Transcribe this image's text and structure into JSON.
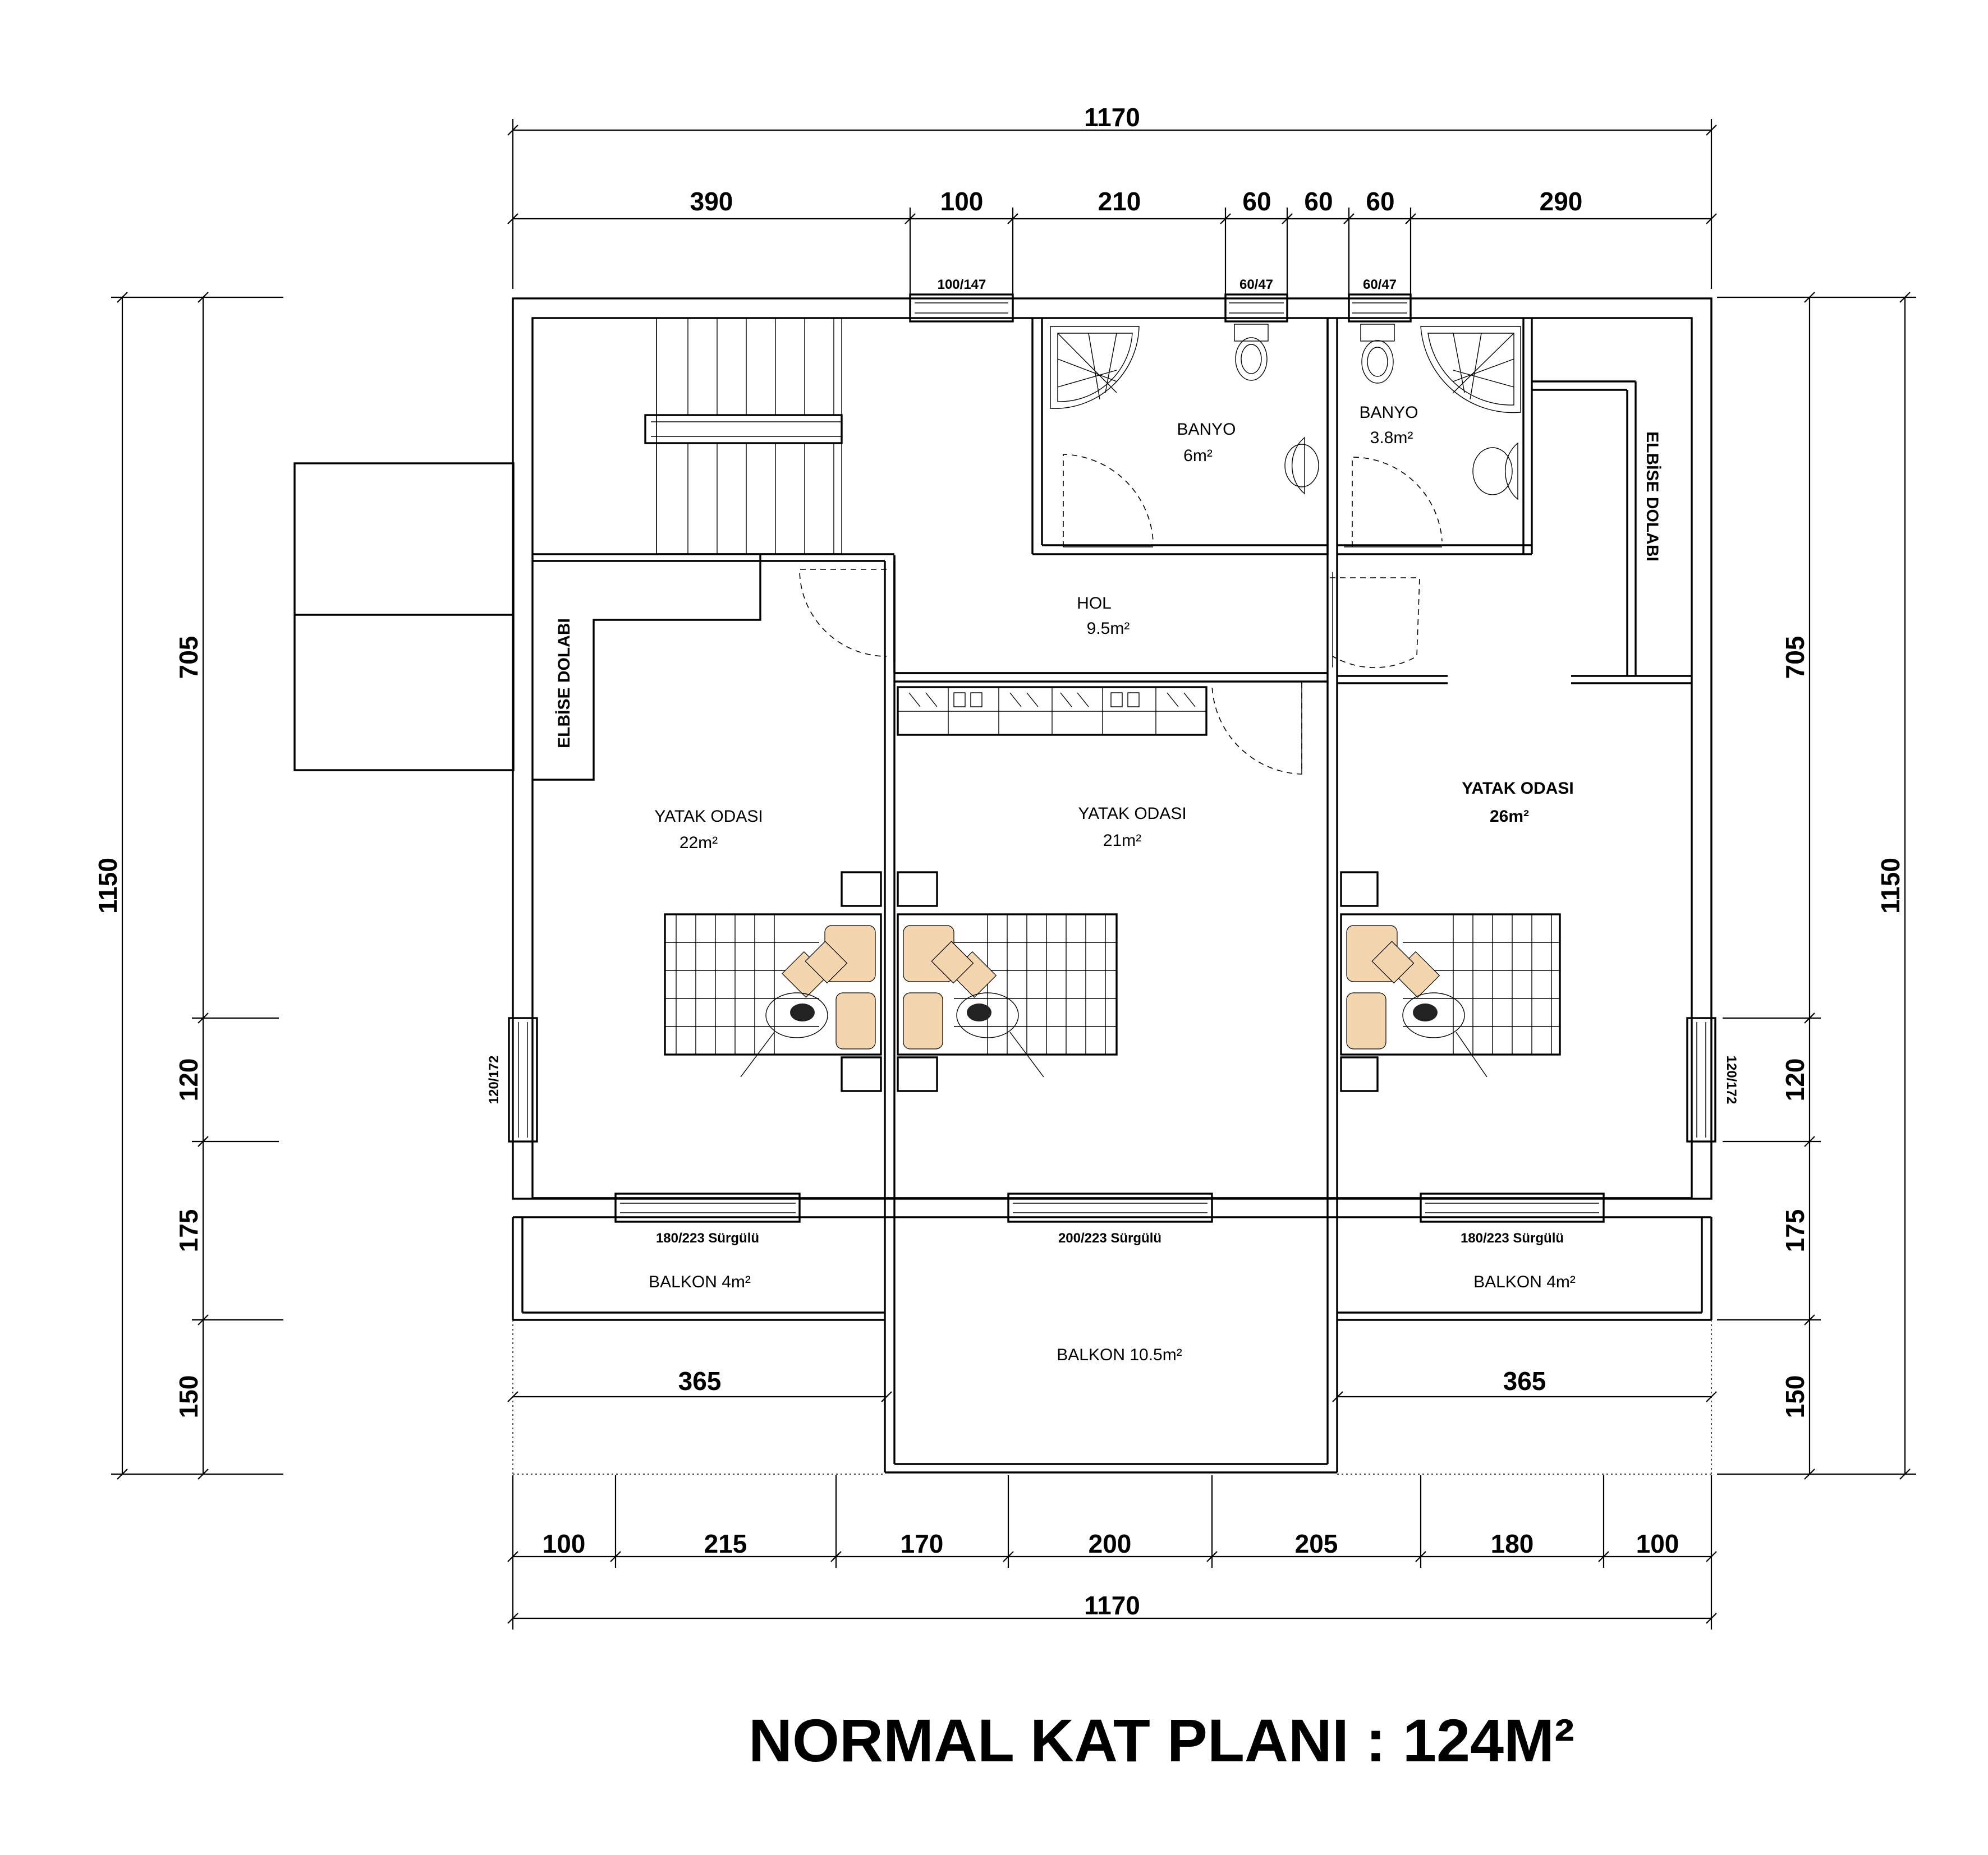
{
  "title": "NORMAL KAT PLANI : 124M²",
  "dimensions": {
    "top_total": "1170",
    "top_segments": [
      "390",
      "100",
      "210",
      "60",
      "60",
      "60",
      "290"
    ],
    "bottom_segments": [
      "100",
      "215",
      "170",
      "200",
      "205",
      "180",
      "100"
    ],
    "bottom_total": "1170",
    "left_total": "1150",
    "left_segments": [
      "705",
      "120",
      "175",
      "150"
    ],
    "right_total": "1150",
    "right_segments": [
      "705",
      "120",
      "175",
      "150"
    ],
    "balcony_left_width": "365",
    "balcony_right_width": "365"
  },
  "windows": {
    "top_stair": "100/147",
    "top_bath1": "60/47",
    "top_bath2": "60/47",
    "left": "120/172",
    "right": "120/172",
    "bottom_left": "180/223  Sürgülü",
    "bottom_mid": "200/223  Sürgülü",
    "bottom_right": "180/223  Sürgülü"
  },
  "rooms": {
    "bath1_name": "BANYO",
    "bath1_area": "6m²",
    "bath2_name": "BANYO",
    "bath2_area": "3.8m²",
    "hall_name": "HOL",
    "hall_area": "9.5m²",
    "wardrobe_left": "ELBİSE DOLABI",
    "wardrobe_right": "ELBİSE DOLABI",
    "bed_left_name": "YATAK ODASI",
    "bed_left_area": "22m²",
    "bed_mid_name": "YATAK ODASI",
    "bed_mid_area": "21m²",
    "bed_right_name": "YATAK ODASI",
    "bed_right_area": "26m²",
    "balcony_left": "BALKON  4m²",
    "balcony_mid": "BALKON  10.5m²",
    "balcony_right": "BALKON  4m²"
  }
}
